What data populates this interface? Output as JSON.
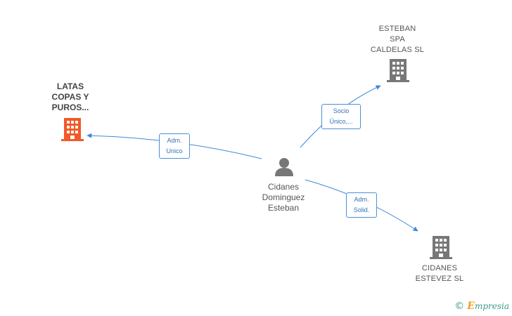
{
  "nodes": {
    "latas": {
      "label": "LATAS\nCOPAS Y\nPUROS...",
      "color": "#f05a28",
      "icon": "building-icon"
    },
    "esteban": {
      "label": "ESTEBAN\nSPA\nCALDELAS SL",
      "color": "#777777",
      "icon": "building-icon"
    },
    "cidanes_sl": {
      "label": "CIDANES\nESTEVEZ  SL",
      "color": "#777777",
      "icon": "building-icon"
    },
    "person": {
      "label": "Cidanes\nDominguez\nEsteban",
      "color": "#777777",
      "icon": "person-icon"
    }
  },
  "edges": [
    {
      "id": "adm-unico",
      "label": "Adm.\nUnico"
    },
    {
      "id": "socio-unico",
      "label": "Socio\nÚnico,..."
    },
    {
      "id": "adm-solid",
      "label": "Adm.\nSolid."
    }
  ],
  "edge_color": "#3c88d8",
  "footer": {
    "copyright": "©",
    "brand_initial": "E",
    "brand_rest": "mpresia"
  }
}
